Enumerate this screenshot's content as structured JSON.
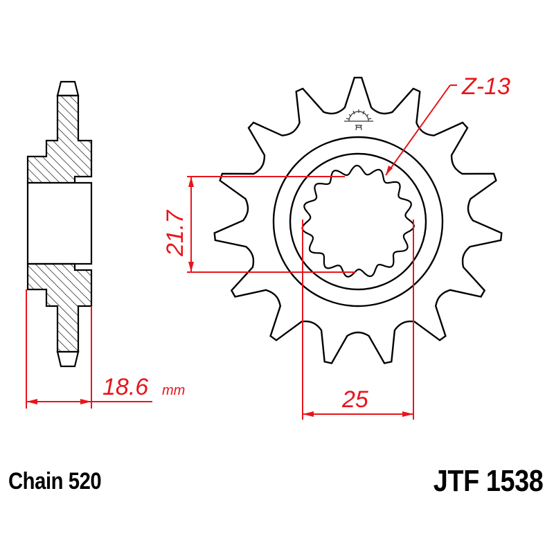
{
  "drawing": {
    "type": "front sprocket technical drawing",
    "colors": {
      "outline": "#000000",
      "dimension": "#e8141b",
      "background": "#ffffff"
    },
    "sprocket": {
      "teeth": 15,
      "spline_count": 15
    },
    "dimensions": {
      "teeth_label": "Z-13",
      "spline_diameter": "21.7",
      "thickness_value": "18.6",
      "thickness_unit": "mm",
      "shaft_width": "25"
    },
    "labels": {
      "chain": "Chain 520",
      "part_number": "JTF 1538"
    },
    "logo": "sun-logo-icon"
  }
}
